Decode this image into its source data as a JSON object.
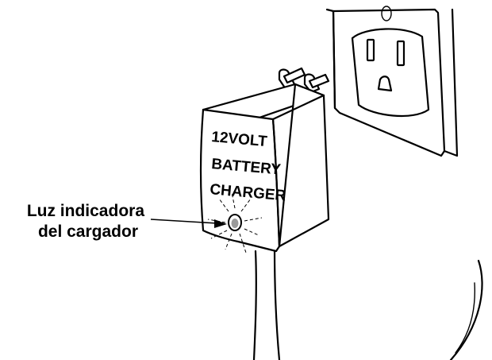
{
  "charger": {
    "label_line1": "12VOLT",
    "label_line2": "BATTERY",
    "label_line3": "CHARGER"
  },
  "callout": {
    "line1": "Luz indicadora",
    "line2": "del cargador"
  }
}
